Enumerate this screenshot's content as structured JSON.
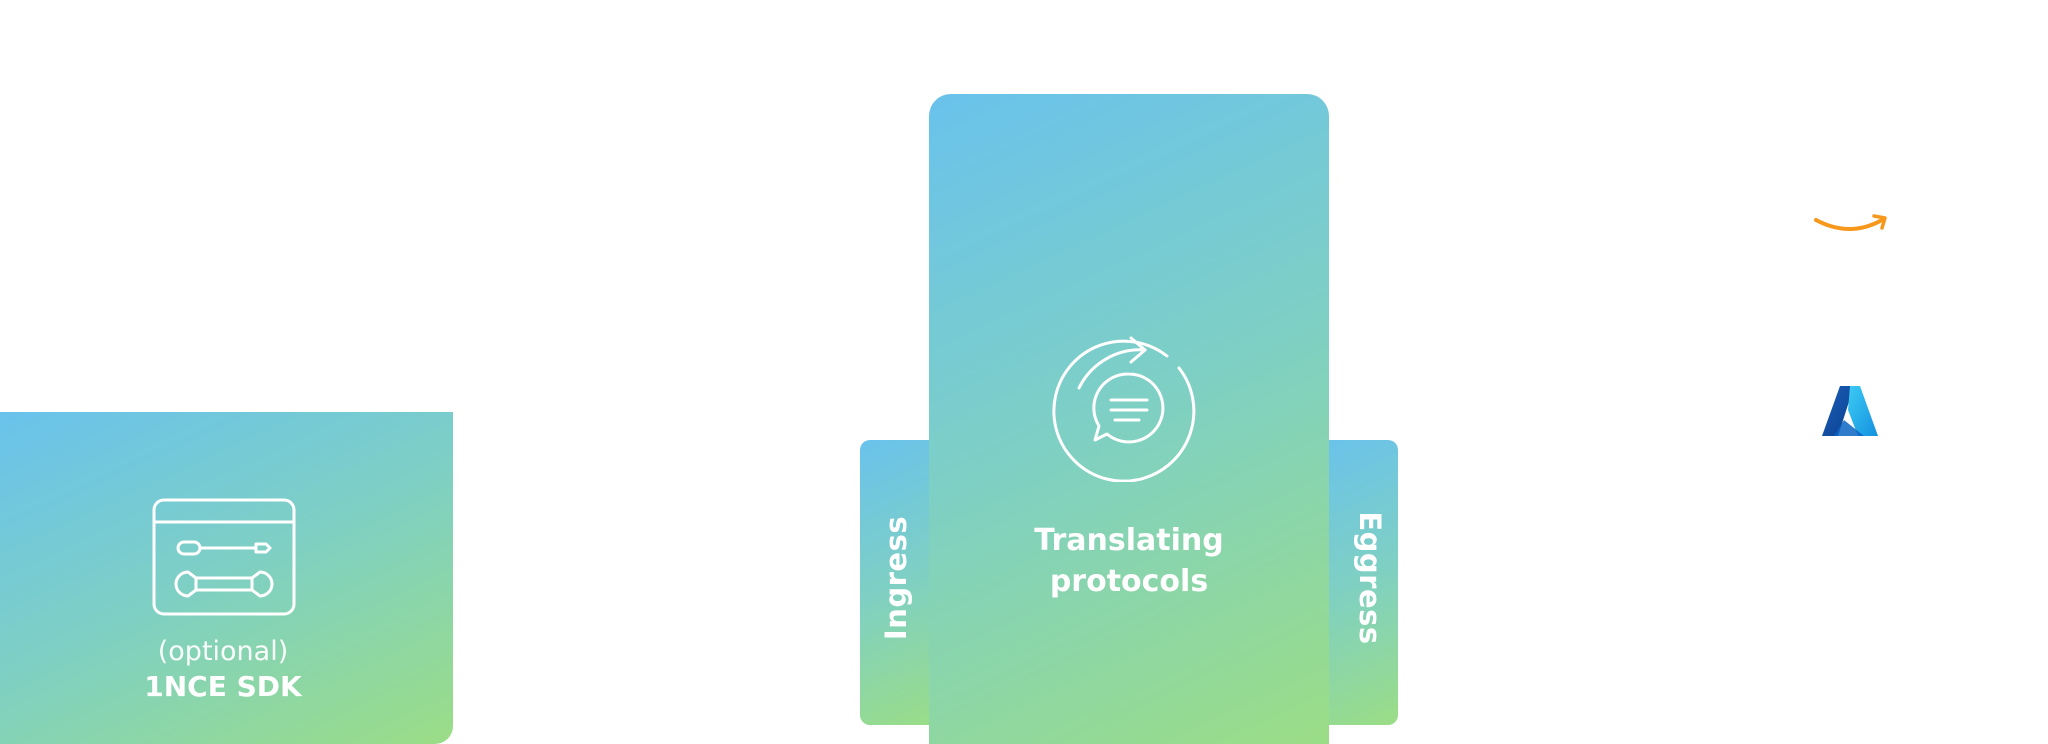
{
  "sdk_card": {
    "optional_label": "(optional)",
    "name": "1NCE SDK",
    "icon": "tools-window-icon"
  },
  "ingress": {
    "label": "Ingress"
  },
  "egress": {
    "label": "Eggress"
  },
  "main_card": {
    "line1": "Translating",
    "line2": "protocols",
    "icon": "refresh-chat-icon"
  },
  "logos": {
    "amazon": "amazon-smile-icon",
    "azure": "azure-icon"
  },
  "colors": {
    "gradient_start": "#69c2ec",
    "gradient_mid": "#7fd0c3",
    "gradient_end": "#9bdd86",
    "amazon_orange": "#f7981d",
    "azure_blue": "#0a64c3"
  }
}
